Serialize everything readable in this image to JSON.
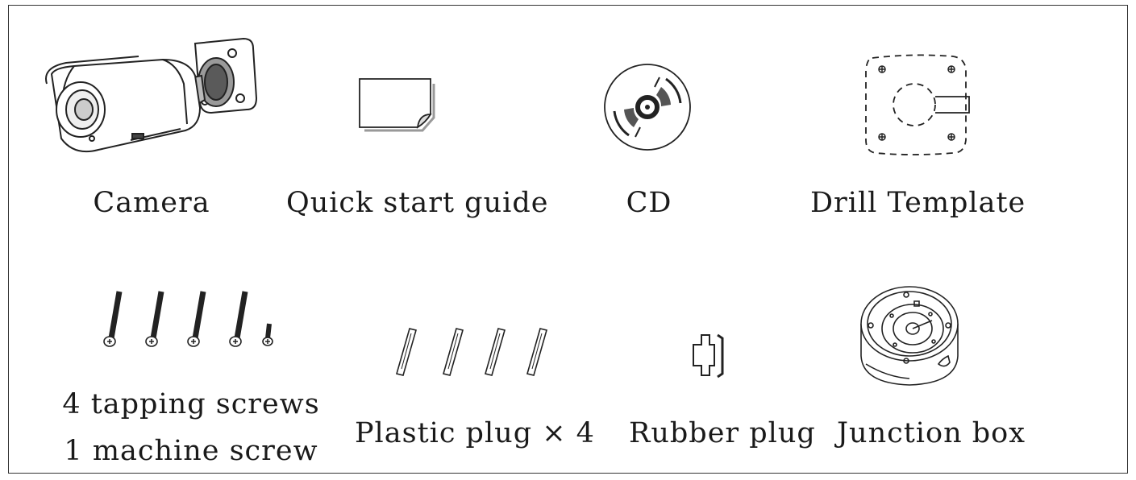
{
  "items": [
    {
      "id": "camera",
      "label": "Camera",
      "icon": "bullet-camera-icon"
    },
    {
      "id": "quick-start-guide",
      "label": "Quick start guide",
      "icon": "document-icon"
    },
    {
      "id": "cd",
      "label": "CD",
      "icon": "cd-icon"
    },
    {
      "id": "drill-template",
      "label": "Drill Template",
      "icon": "drill-template-icon"
    },
    {
      "id": "screws",
      "label_line1": "4 tapping screws",
      "label_line2": "1 machine screw",
      "icon": "screws-icon"
    },
    {
      "id": "plastic-plug",
      "label": "Plastic plug × 4",
      "icon": "plastic-plug-icon"
    },
    {
      "id": "rubber-plug",
      "label": "Rubber plug",
      "icon": "rubber-plug-icon"
    },
    {
      "id": "junction-box",
      "label": "Junction box",
      "icon": "junction-box-icon"
    }
  ]
}
